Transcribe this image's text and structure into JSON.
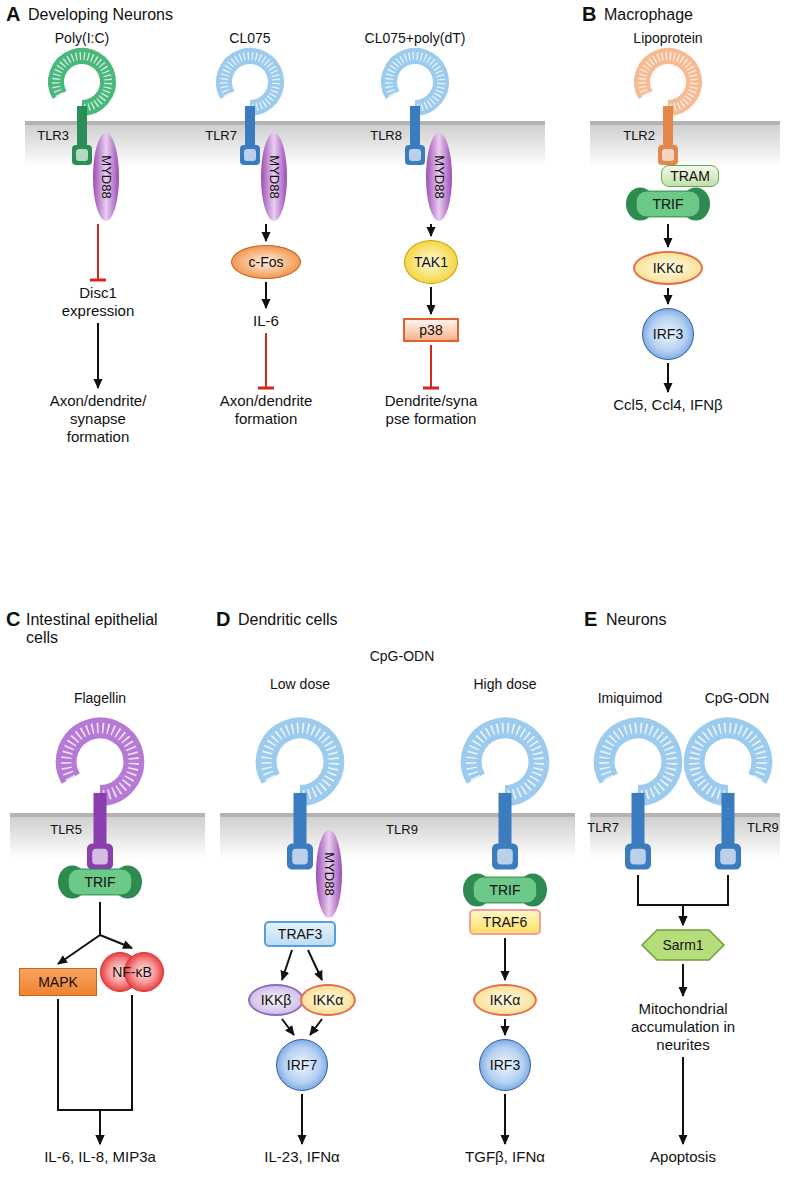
{
  "diagram": {
    "nodes": [
      {
        "text": [
          "MYD88"
        ]
      },
      {
        "text": [
          "Disc1 expression"
        ]
      },
      {
        "text": [
          "Axon/dendrite/synapse formation"
        ]
      },
      {
        "text": [
          "MYD88"
        ]
      },
      {
        "text": [
          "c-Fos"
        ]
      },
      {
        "text": [
          "IL-6"
        ]
      },
      {
        "text": [
          "Axon/dendrite formation"
        ]
      },
      {
        "text": [
          "MYD88"
        ]
      },
      {
        "text": [
          "TAK1"
        ]
      },
      {
        "text": [
          "p38"
        ]
      },
      {
        "text": [
          "Dendrite/synapse formation"
        ]
      },
      {
        "text": [
          "TRAM"
        ]
      },
      {
        "text": [
          "TRIF"
        ]
      },
      {
        "text": [
          "IKKα"
        ]
      },
      {
        "text": [
          "IRF3"
        ]
      },
      {
        "text": [
          "Ccl5, Ccl4, IFNβ"
        ]
      },
      {
        "text": [
          "TRIF"
        ]
      },
      {
        "text": [
          "MAPK"
        ]
      },
      {
        "text": [
          "NF-κB"
        ]
      },
      {
        "text": [
          "IL-6, IL-8, MIP3a"
        ]
      },
      {
        "text": [
          "MYD88"
        ]
      },
      {
        "text": [
          "TRAF3"
        ]
      },
      {
        "text": [
          "IKKβ"
        ]
      },
      {
        "text": [
          "IKKα"
        ]
      },
      {
        "text": [
          "IRF7"
        ]
      },
      {
        "text": [
          "IL-23, IFNα"
        ]
      },
      {
        "text": [
          "TRIF"
        ]
      },
      {
        "text": [
          "TRAF6"
        ]
      },
      {
        "text": [
          "IKKα"
        ]
      },
      {
        "text": [
          "IRF3"
        ]
      },
      {
        "text": [
          "TGFβ, IFNα"
        ]
      },
      {
        "text": [
          "TLR7"
        ]
      },
      {
        "text": [
          "TLR9"
        ]
      },
      {
        "text": [
          "Sarm1"
        ]
      },
      {
        "text": [
          "Mitochondrial accumulation in neurites"
        ]
      },
      {
        "text": [
          "Apoptosis"
        ]
      }
    ],
    "edges": [
      {
        "from": 0,
        "to": 1,
        "arrow": "to"
      },
      {
        "from": 1,
        "to": 2,
        "arrow": "to"
      },
      {
        "from": 3,
        "to": 4,
        "arrow": "to"
      },
      {
        "from": 4,
        "to": 5,
        "arrow": "to"
      },
      {
        "from": 5,
        "to": 6,
        "arrow": "to"
      },
      {
        "from": 7,
        "to": 8,
        "arrow": "to"
      },
      {
        "from": 8,
        "to": 9,
        "arrow": "to"
      },
      {
        "from": 9,
        "to": 10,
        "arrow": "to"
      },
      {
        "from": 12,
        "to": 13,
        "arrow": "to"
      },
      {
        "from": 13,
        "to": 14,
        "arrow": "to"
      },
      {
        "from": 14,
        "to": 15,
        "arrow": "to"
      },
      {
        "from": 16,
        "to": 17,
        "arrow": "to"
      },
      {
        "from": 16,
        "to": 18,
        "arrow": "to"
      },
      {
        "from": 17,
        "to": 19,
        "arrow": "to"
      },
      {
        "from": 18,
        "to": 19,
        "arrow": "to"
      },
      {
        "from": 21,
        "to": 22,
        "arrow": "to"
      },
      {
        "from": 21,
        "to": 23,
        "arrow": "to"
      },
      {
        "from": 22,
        "to": 24,
        "arrow": "to"
      },
      {
        "from": 23,
        "to": 24,
        "arrow": "to"
      },
      {
        "from": 24,
        "to": 25,
        "arrow": "to"
      },
      {
        "from": 27,
        "to": 28,
        "arrow": "to"
      },
      {
        "from": 28,
        "to": 29,
        "arrow": "to"
      },
      {
        "from": 29,
        "to": 30,
        "arrow": "to"
      },
      {
        "from": 31,
        "to": 33,
        "arrow": "to"
      },
      {
        "from": 32,
        "to": 33,
        "arrow": "to"
      },
      {
        "from": 33,
        "to": 34,
        "arrow": "to"
      },
      {
        "from": 34,
        "to": 35,
        "arrow": "to"
      }
    ],
    "labels": [
      "A",
      "Developing Neurons",
      "Poly(I:C)",
      "CL075",
      "CL075+poly(dT)",
      "TLR3",
      "TLR7",
      "TLR8",
      "B",
      "Macrophage",
      "Lipoprotein",
      "TLR2",
      "C",
      "Intestinal epithelial cells",
      "Flagellin",
      "TLR5",
      "D",
      "Dendritic cells",
      "CpG-ODN",
      "Low dose",
      "High dose",
      "TLR9",
      "E",
      "Neurons",
      "Imiquimod",
      "CpG-ODN"
    ]
  }
}
